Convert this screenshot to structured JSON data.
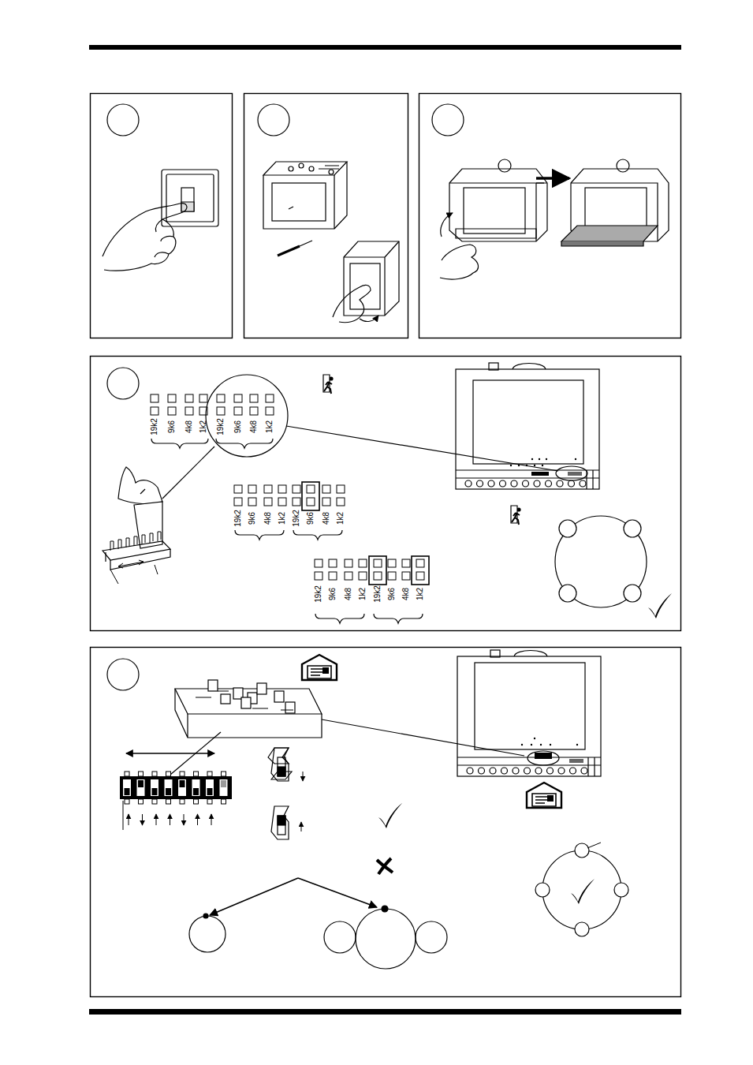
{
  "diagram": {
    "labels": [
      "19k2",
      "9k6",
      "4k8",
      "1k2",
      "19k2",
      "9k6",
      "4k8",
      "1k2",
      "19k2",
      "9k6",
      "4k8",
      "1k2",
      "19k2",
      "9k6",
      "4k8",
      "1k2",
      "19k2",
      "9k6",
      "4k8",
      "1k2",
      "19k2",
      "9k6",
      "4k8",
      "1k2"
    ]
  }
}
